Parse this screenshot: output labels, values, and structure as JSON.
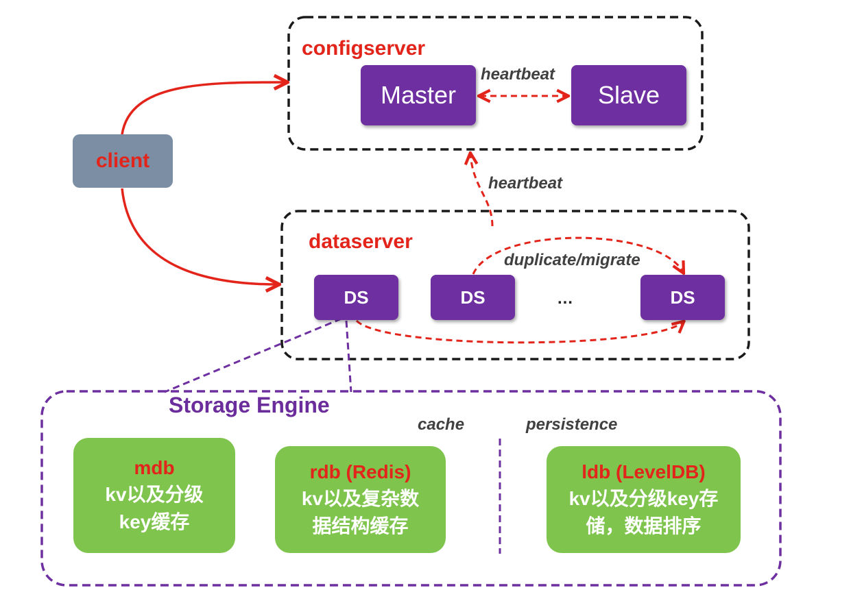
{
  "config_group": {
    "title": "configserver",
    "master": "Master",
    "slave": "Slave",
    "heartbeat": "heartbeat"
  },
  "client": {
    "label": "client"
  },
  "link_labels": {
    "heartbeat": "heartbeat",
    "duplicate_migrate": "duplicate/migrate"
  },
  "data_group": {
    "title": "dataserver",
    "nodes": [
      "DS",
      "DS",
      "DS"
    ],
    "ellipsis": "…"
  },
  "storage_engine": {
    "title": "Storage Engine",
    "cache_label": "cache",
    "persistence_label": "persistence",
    "engines": [
      {
        "name": "mdb",
        "desc_lines": [
          "kv以及分级",
          "key缓存"
        ]
      },
      {
        "name": "rdb (Redis)",
        "desc_lines": [
          "kv以及复杂数",
          "据结构缓存"
        ]
      },
      {
        "name": "ldb (LevelDB)",
        "desc_lines": [
          "kv以及分级key存",
          "储，数据排序"
        ]
      }
    ]
  },
  "colors": {
    "red": "#e3241b",
    "purple": "#6e30a0",
    "green": "#7ec44d",
    "client_gray": "#7b8ea3",
    "dashed_border": "#1a1a1a"
  }
}
